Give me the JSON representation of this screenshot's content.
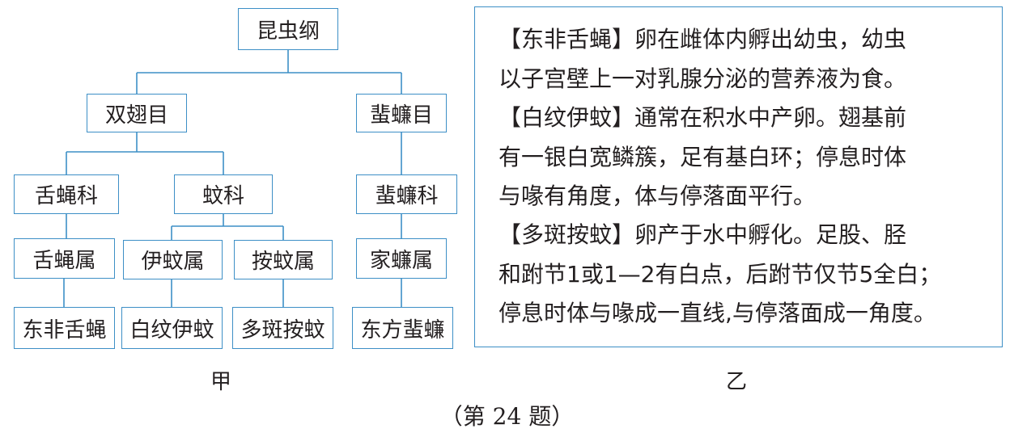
{
  "tree": {
    "class": "昆虫纲",
    "orders": [
      "双翅目",
      "蜚蠊目"
    ],
    "families": [
      "舌蝇科",
      "蚊科",
      "蜚蠊科"
    ],
    "genera": [
      "舌蝇属",
      "伊蚊属",
      "按蚊属",
      "家蠊属"
    ],
    "species": [
      "东非舌蝇",
      "白纹伊蚊",
      "多斑按蚊",
      "东方蜚蠊"
    ],
    "caption": "甲"
  },
  "panel": {
    "caption": "乙",
    "entries": [
      {
        "lines": [
          "【东非舌蝇】卵在雌体内孵出幼虫，幼虫",
          "以子宫壁上一对乳腺分泌的营养液为食。"
        ]
      },
      {
        "lines": [
          "【白纹伊蚊】通常在积水中产卵。翅基前",
          "有一银白宽鳞簇，足有基白环；停息时体",
          "与喙有角度，体与停落面平行。"
        ]
      },
      {
        "lines": [
          "【多斑按蚊】卵产于水中孵化。足股、胫",
          "和跗节1或1—2有白点，后跗节仅节5全白；",
          "停息时体与喙成一直线,与停落面成一角度。"
        ]
      }
    ]
  },
  "figure_title": "（第 24 题）",
  "colors": {
    "line": "#3d8fc6",
    "text": "#231f20"
  }
}
